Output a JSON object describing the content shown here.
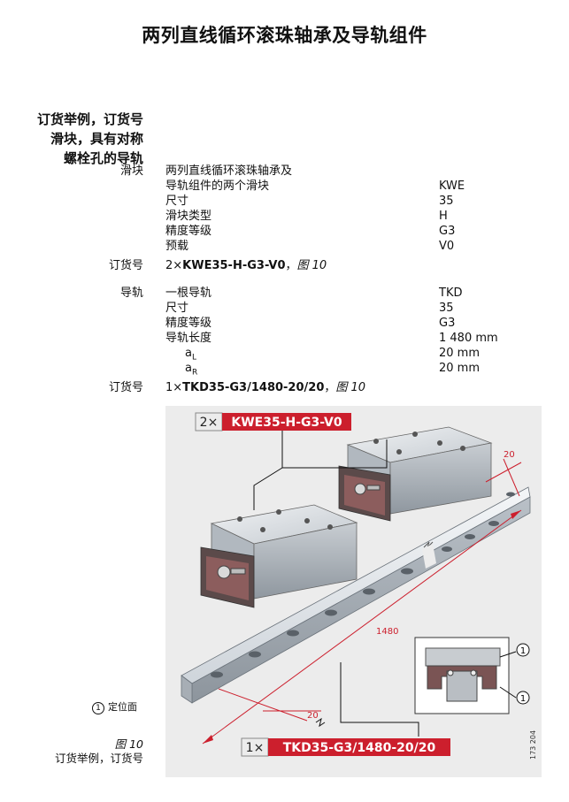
{
  "page_title": "两列直线循环滚珠轴承及导轨组件",
  "section_heading": [
    "订货举例，订货号",
    "滑块，具有对称",
    "螺栓孔的导轨"
  ],
  "carriage": {
    "label": "滑块",
    "specs": [
      {
        "desc": "两列直线循环滚珠轴承及",
        "value": ""
      },
      {
        "desc": "导轨组件的两个滑块",
        "value": "KWE"
      },
      {
        "desc": "尺寸",
        "value": "35"
      },
      {
        "desc": "滑块类型",
        "value": "H"
      },
      {
        "desc": "精度等级",
        "value": "G3"
      },
      {
        "desc": "预载",
        "value": "V0"
      }
    ]
  },
  "carriage_order": {
    "label": "订货号",
    "qty": "2×",
    "code": "KWE35-H-G3-V0",
    "sep": "，",
    "figref": "图 10"
  },
  "rail": {
    "label": "导轨",
    "specs": [
      {
        "desc": "一根导轨",
        "value": "TKD"
      },
      {
        "desc": "尺寸",
        "value": "35"
      },
      {
        "desc": "精度等级",
        "value": "G3"
      },
      {
        "desc": "导轨长度",
        "value": "1 480 mm"
      }
    ],
    "aL": {
      "symbol": "a",
      "sub": "L",
      "value": "20 mm"
    },
    "aR": {
      "symbol": "a",
      "sub": "R",
      "value": "20 mm"
    }
  },
  "rail_order": {
    "label": "订货号",
    "qty": "1×",
    "code": "TKD35-G3/1480-20/20",
    "sep": "，",
    "figref": "图 10"
  },
  "figure": {
    "callout_top_qty": "2×",
    "callout_top_code": "KWE35-H-G3-V0",
    "callout_bottom_qty": "1×",
    "callout_bottom_code": "TKD35-G3/1480-20/20",
    "dim_right": "20",
    "dim_length": "1480",
    "dim_left": "20",
    "ref_marker": "1",
    "side_code": "173 204"
  },
  "legend": {
    "marker": "1",
    "text": "定位面"
  },
  "caption": {
    "number": "图 10",
    "text": "订货举例，订货号"
  },
  "colors": {
    "accent_red": "#cc1f2d",
    "figure_bg": "#ececec"
  }
}
